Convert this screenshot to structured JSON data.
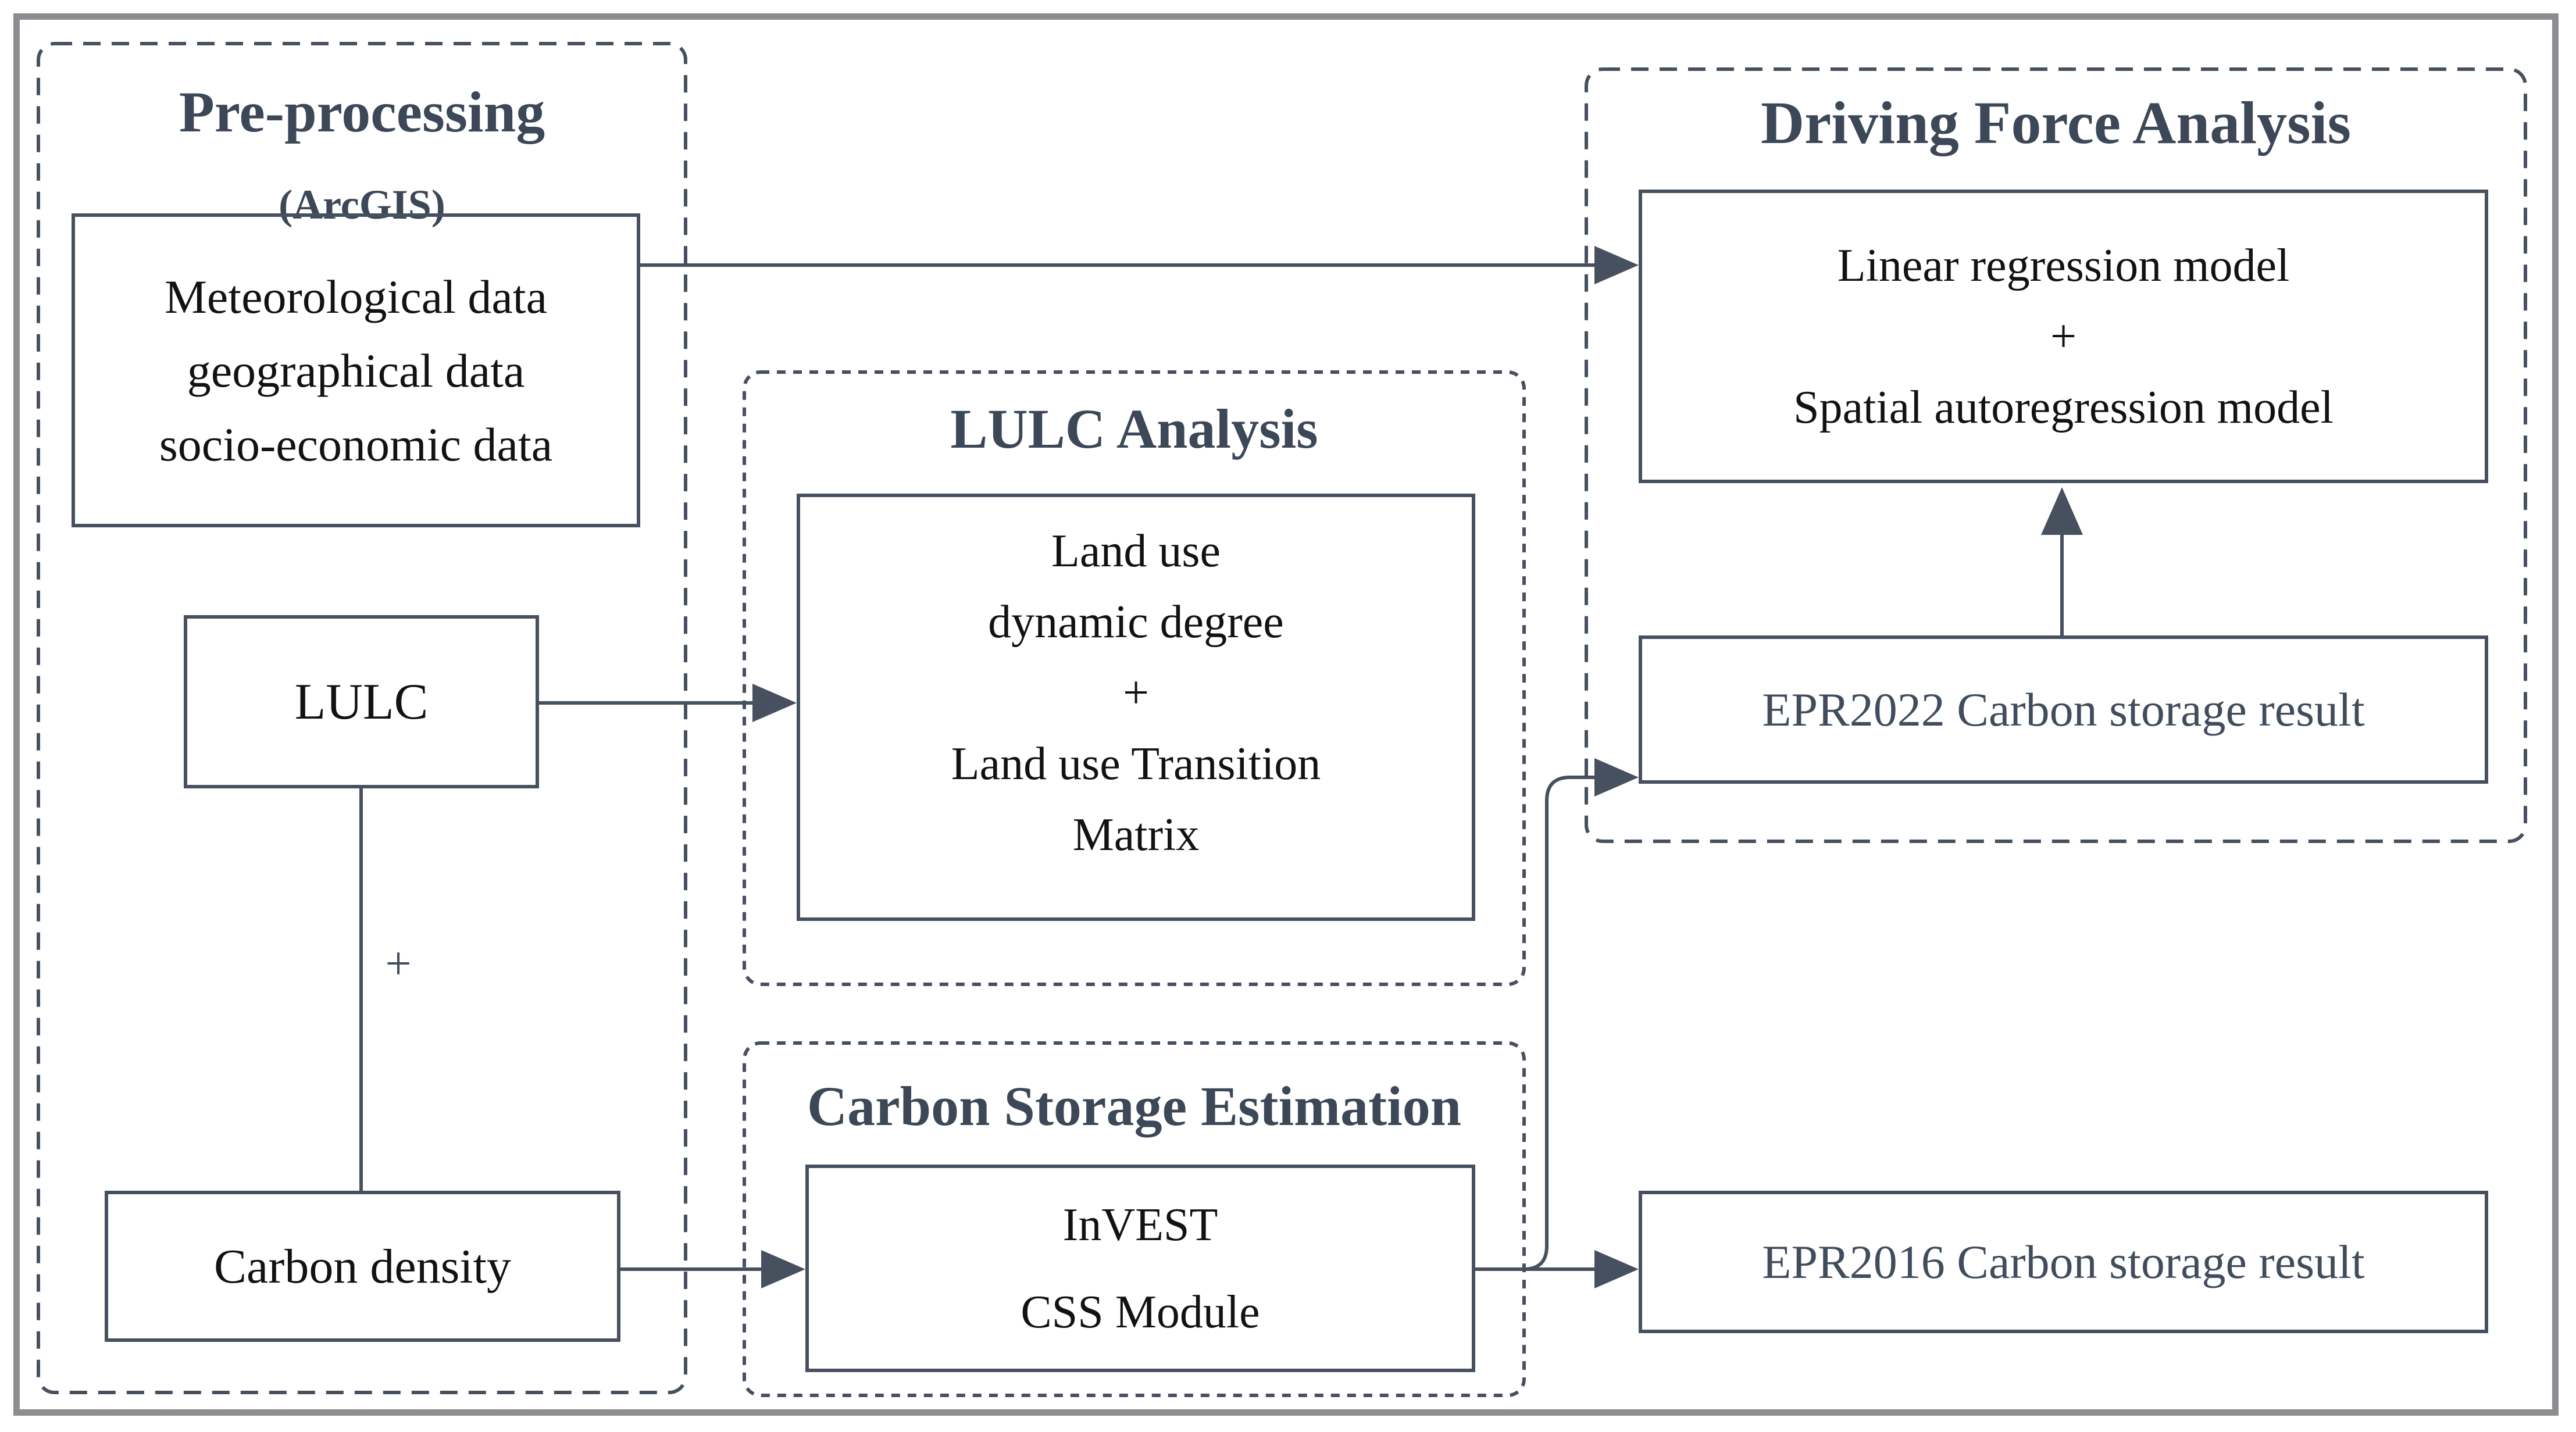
{
  "colors": {
    "line": "#46505f",
    "title": "#3c4857",
    "text": "#121212",
    "muted_text": "#414d5c",
    "frame": "#8b8d90",
    "background": "#ffffff"
  },
  "groups": {
    "preprocessing": {
      "title": "Pre-processing",
      "subtitle": "(ArcGIS)"
    },
    "lulc_analysis": {
      "title": "LULC Analysis"
    },
    "carbon_storage_estimation": {
      "title": "Carbon Storage Estimation"
    },
    "driving_force_analysis": {
      "title": "Driving Force Analysis"
    }
  },
  "nodes": {
    "input_data": {
      "lines": [
        "Meteorological data",
        "geographical data",
        "socio-economic data"
      ]
    },
    "lulc": {
      "label": "LULC"
    },
    "carbon_density": {
      "label": "Carbon density"
    },
    "land_use_analysis": {
      "lines": [
        "Land use",
        "dynamic degree",
        "+",
        "Land use Transition",
        "Matrix"
      ]
    },
    "invest": {
      "lines": [
        "InVEST",
        "CSS Module"
      ]
    },
    "regression_models": {
      "lines": [
        "Linear regression model",
        "+",
        "Spatial autoregression model"
      ]
    },
    "epr2022_result": {
      "label": "EPR2022 Carbon storage result"
    },
    "epr2016_result": {
      "label": "EPR2016 Carbon storage result"
    }
  },
  "connectors": {
    "plus_label": "+"
  }
}
